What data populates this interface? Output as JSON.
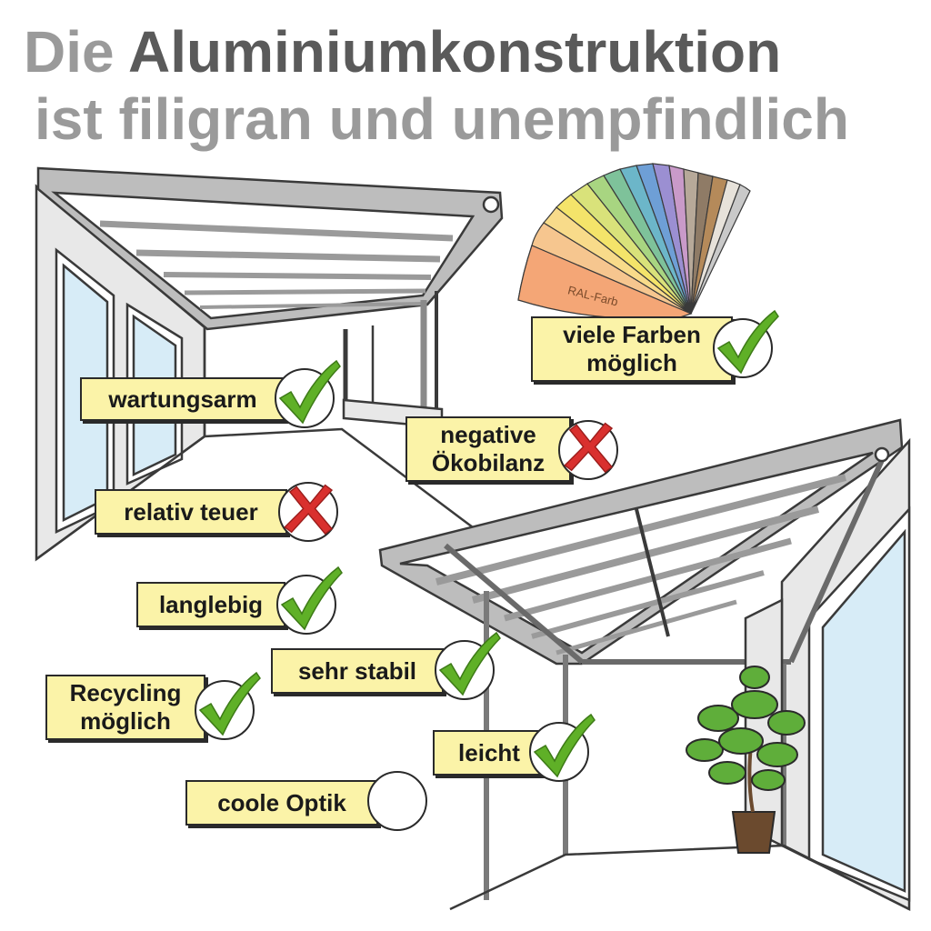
{
  "header": {
    "title_prefix": "Die",
    "title_main": "Aluminiumkonstruktion",
    "title_line2": "ist filigran und unempfindlich"
  },
  "fan_text": "RAL-Farb",
  "colors": {
    "label_bg": "#fbf3a8",
    "check": "#5fb027",
    "cross": "#d9302e",
    "title_light": "#9a9a9a",
    "title_dark": "#5a5a5a"
  },
  "labels": {
    "viele_farben": {
      "line1": "viele Farben",
      "line2": "möglich",
      "mark": "check-icon"
    },
    "wartungsarm": {
      "text": "wartungsarm",
      "mark": "check-icon"
    },
    "negative_oekobilanz": {
      "line1": "negative",
      "line2": "Ökobilanz",
      "mark": "cross-icon"
    },
    "relativ_teuer": {
      "text": "relativ teuer",
      "mark": "cross-icon"
    },
    "langlebig": {
      "text": "langlebig",
      "mark": "check-icon"
    },
    "sehr_stabil": {
      "text": "sehr stabil",
      "mark": "check-icon"
    },
    "recycling": {
      "line1": "Recycling",
      "line2": "möglich",
      "mark": "check-icon"
    },
    "leicht": {
      "text": "leicht",
      "mark": "check-icon"
    },
    "coole_optik": {
      "text": "coole Optik",
      "mark": "empty"
    }
  }
}
